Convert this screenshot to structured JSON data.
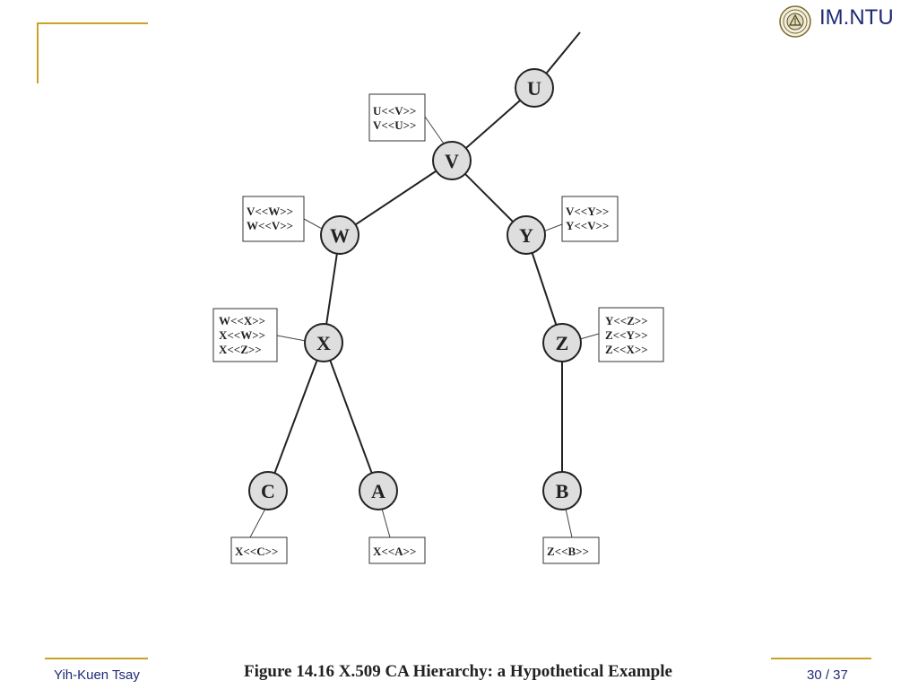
{
  "header": {
    "faded_title": "",
    "org_label": "IM.NTU",
    "logo_icon": "university-seal-icon"
  },
  "footer": {
    "author": "Yih-Kuen Tsay",
    "page": "30 / 37"
  },
  "figure": {
    "caption": "Figure 14.16  X.509 CA Hierarchy: a Hypothetical Example"
  },
  "nodes": {
    "U": "U",
    "V": "V",
    "W": "W",
    "Y": "Y",
    "X": "X",
    "Z": "Z",
    "C": "C",
    "A": "A",
    "B": "B"
  },
  "certs": {
    "V": [
      "U<<V>>",
      "V<<U>>"
    ],
    "W": [
      "V<<W>>",
      "W<<V>>"
    ],
    "Y": [
      "V<<Y>>",
      "Y<<V>>"
    ],
    "X": [
      "W<<X>>",
      "X<<W>>",
      "X<<Z>>"
    ],
    "Z": [
      "Y<<Z>>",
      "Z<<Y>>",
      "Z<<X>>"
    ],
    "C": [
      "X<<C>>"
    ],
    "A": [
      "X<<A>>"
    ],
    "B": [
      "Z<<B>>"
    ]
  },
  "colors": {
    "accent": "#c9a227",
    "text_blue": "#1f2a78",
    "node_fill": "#dedede"
  }
}
